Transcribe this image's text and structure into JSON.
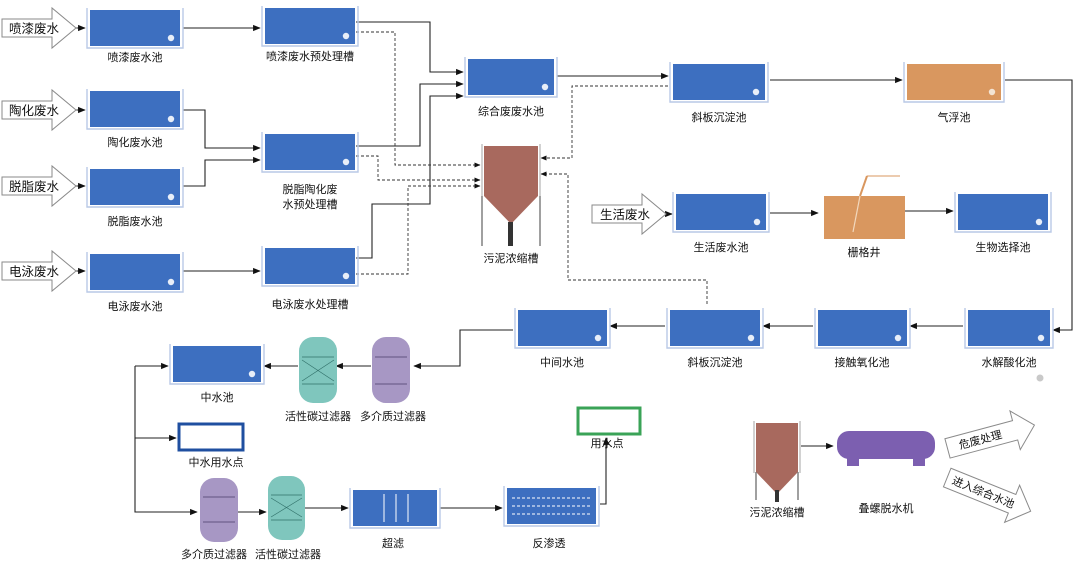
{
  "sources": {
    "spray": "喷漆废水",
    "ceramic": "陶化废水",
    "degrease": "脱脂废水",
    "electro": "电泳废水",
    "domestic": "生活废水"
  },
  "tanks": {
    "spray_pool": "喷漆废水池",
    "spray_pretreat": "喷漆废水预处理槽",
    "ceramic_pool": "陶化废水池",
    "degrease_pretreat": [
      "脱脂陶化废",
      "水预处理槽"
    ],
    "degrease_pool": "脱脂废水池",
    "electro_pool": "电泳废水池",
    "electro_treat": "电泳废水处理槽",
    "combined_pool": "综合废废水池",
    "inclined_settler_1": "斜板沉淀池",
    "air_flotation": "气浮池",
    "sludge_thickener": "污泥浓缩槽",
    "domestic_pool": "生活废水池",
    "grille_well": "栅格井",
    "bio_selector": "生物选择池",
    "hydrolysis": "水解酸化池",
    "contact_oxidation": "接触氧化池",
    "inclined_settler_2": "斜板沉淀池",
    "intermediate_pool": "中间水池",
    "reclaimed_pool": "中水池",
    "reclaimed_use_point": "中水用水点",
    "activated_carbon_1": "活性碳过滤器",
    "multimedia_1": "多介质过滤器",
    "multimedia_2": "多介质过滤器",
    "activated_carbon_2": "活性碳过滤器",
    "ultrafiltration": "超滤",
    "reverse_osmosis": "反渗透",
    "water_use_point": "用水点",
    "sludge_thickener_2": "污泥浓缩槽",
    "screw_dewater": "叠螺脱水机"
  },
  "outputs": {
    "hazardous": "危废处理",
    "to_combined": "进入综合水池"
  },
  "colors": {
    "tank_blue": "#3d6fc0",
    "tank_frame": "#b9c9e6",
    "sludge_brown": "#a8695e",
    "flotation_tan": "#d9975f",
    "carbon_teal": "#7fc6bd",
    "multimedia_purple": "#a797c4",
    "dewater_purple": "#7c5fb0",
    "use_point_green": "#3aa357",
    "use_point_blue": "#1f4fa0"
  }
}
